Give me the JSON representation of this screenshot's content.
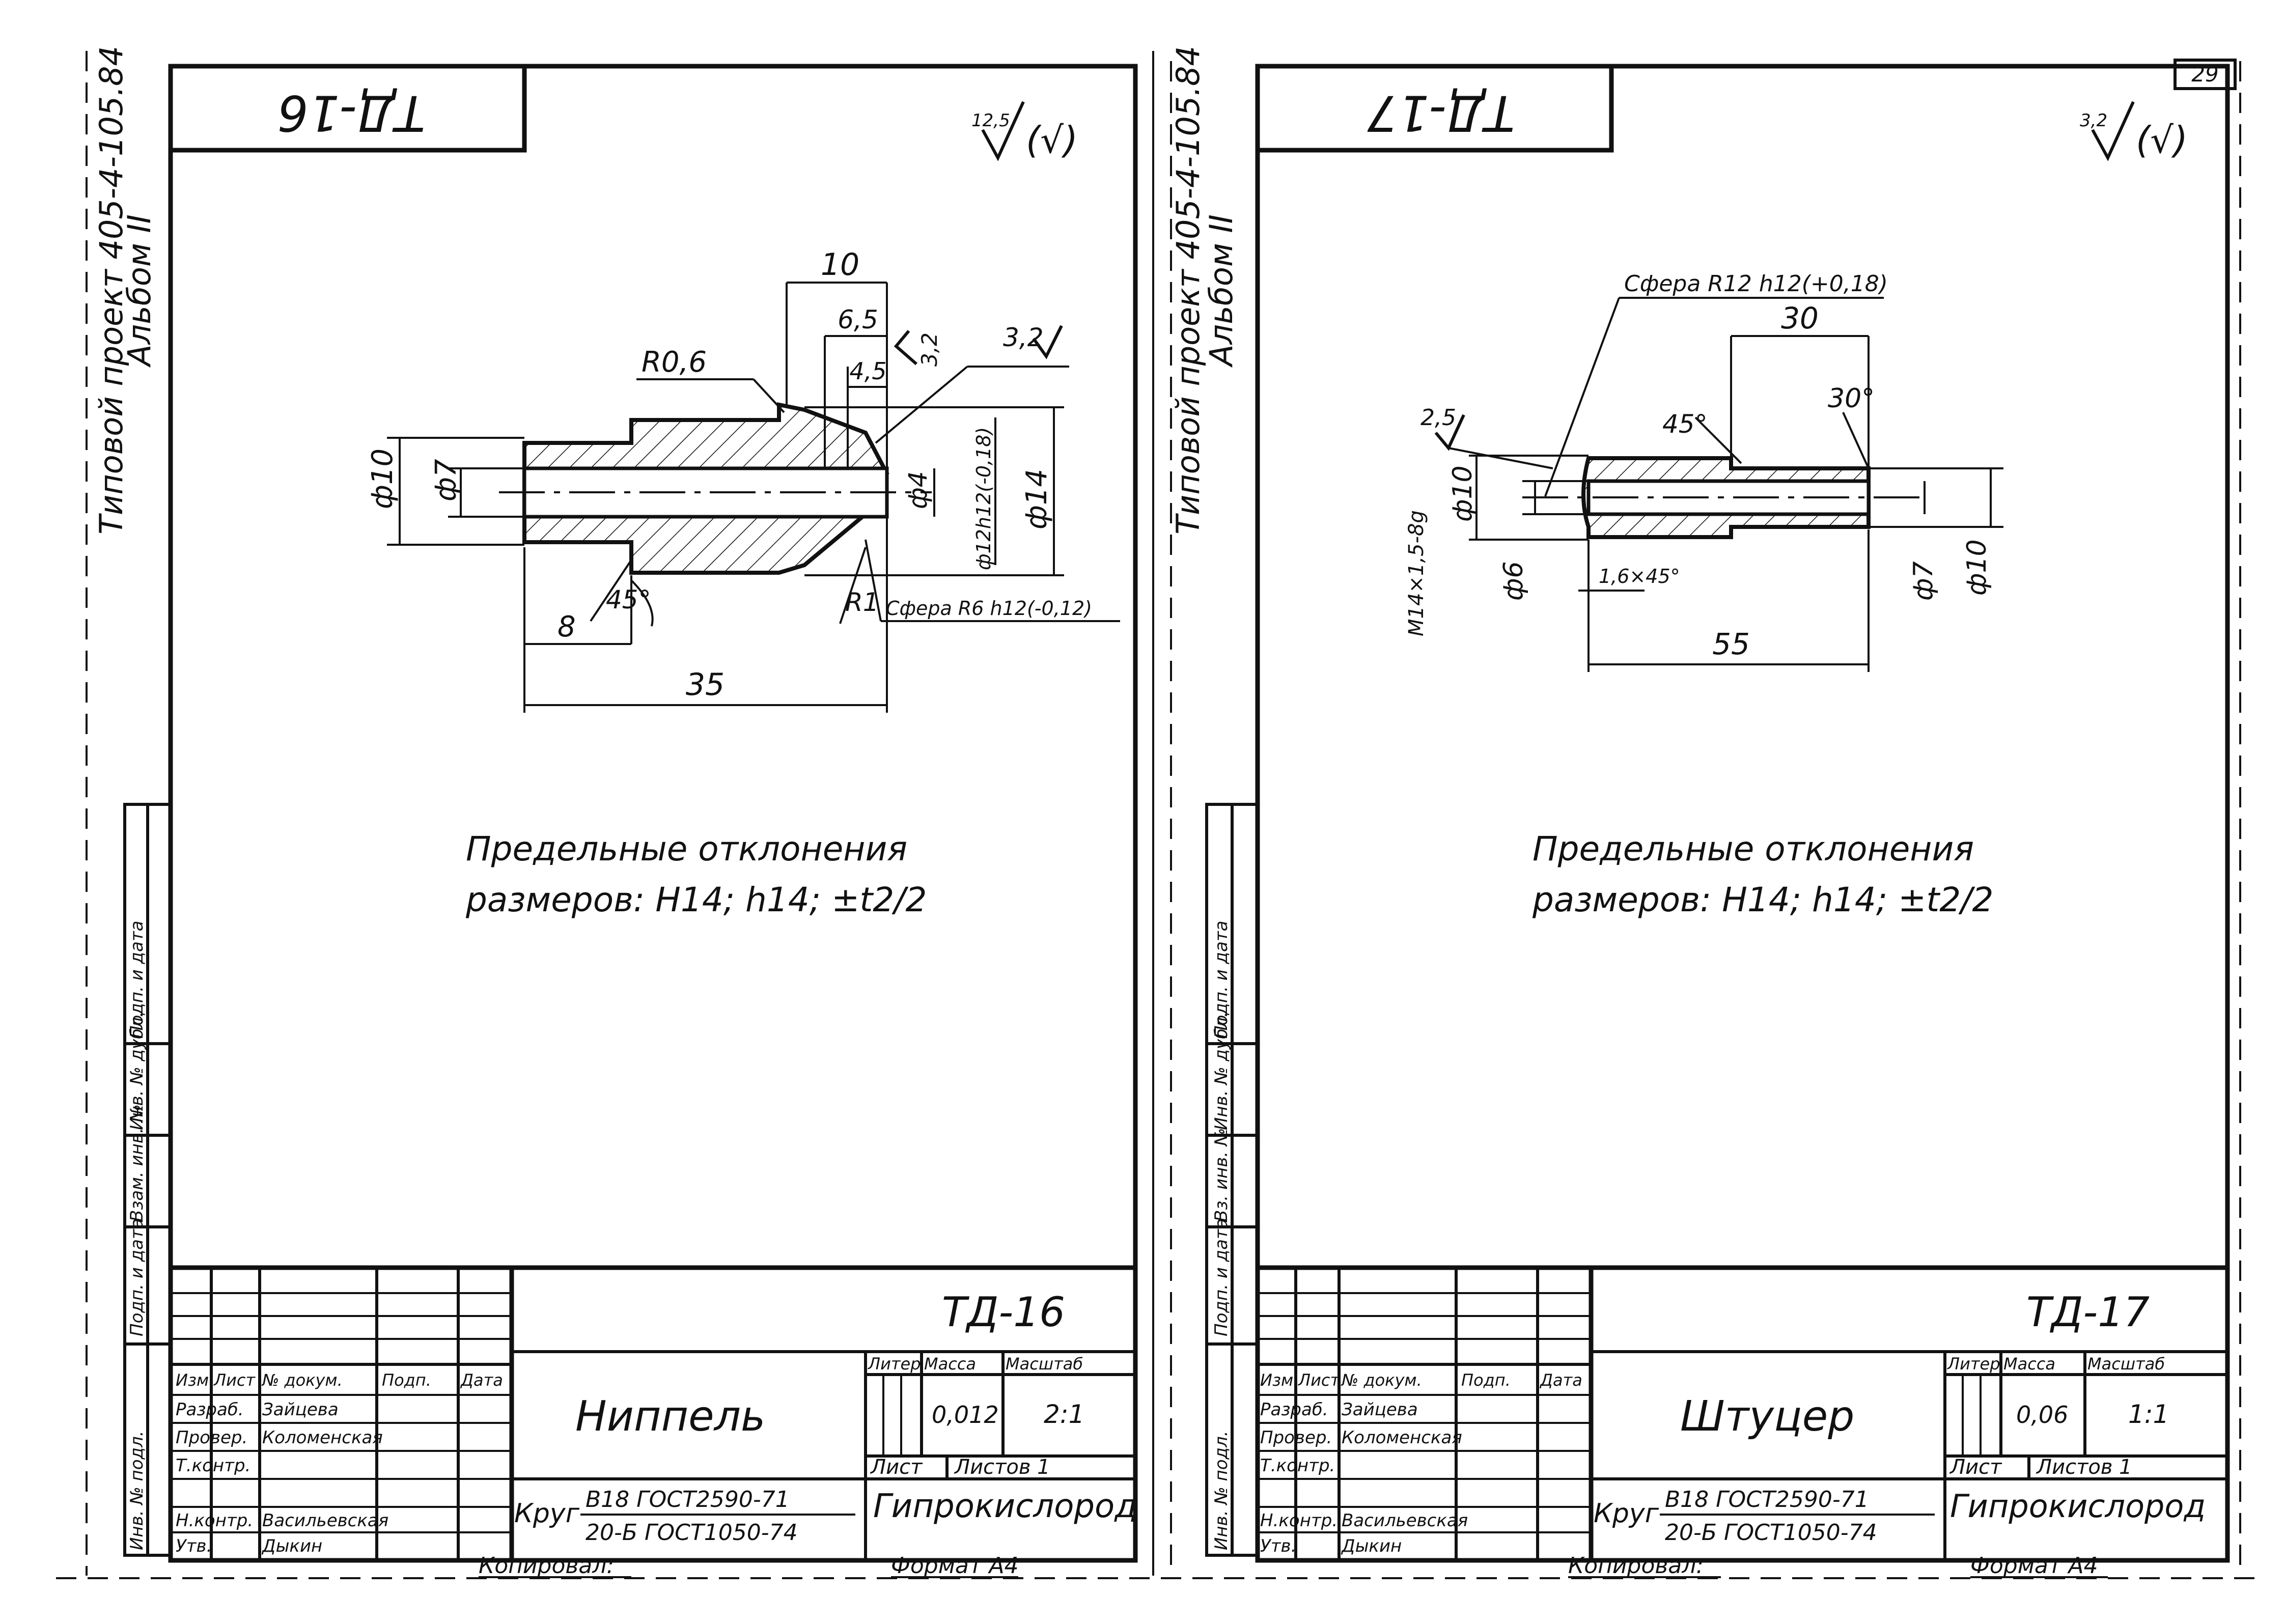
{
  "page_number": "29",
  "bottom_strip": {
    "copied_label": "Копировал:",
    "format_label": "Формат А4"
  },
  "left": {
    "side_title_1": "Типовой проект 405-4-105.84",
    "side_title_2": "Альбом II",
    "top_stamp": "ТД-16",
    "roughness": {
      "value": "12,5",
      "sym": "(√)"
    },
    "dims": {
      "d10": "ф10",
      "d7": "ф7",
      "d4": "ф4",
      "d12h12": "ф12h12(-0,18)",
      "d14": "ф14",
      "l10": "10",
      "l65": "6,5",
      "l45": "4,5",
      "l8": "8",
      "l35": "35",
      "r06": "R0,6",
      "r1": "R1",
      "rough32a": "3,2",
      "rough32b": "3,2",
      "ang45": "45°",
      "sphere": "Сфера R6 h12(-0,12)"
    },
    "limits_1": "Предельные отклонения",
    "limits_2": "размеров: H14; h14; ±t2/2",
    "side_cols": [
      "Инв. № подл.",
      "Подп. и дата",
      "Взам. инв. №",
      "Инв. № дубл.",
      "Подп. и дата"
    ],
    "title_block": {
      "code": "ТД-16",
      "name": "Ниппель",
      "hdr": [
        "Изм",
        "Лист",
        "№ докум.",
        "Подп.",
        "Дата"
      ],
      "roles": [
        "Разраб.",
        "Провер.",
        "Т.контр.",
        "",
        "Н.контр.",
        "Утв."
      ],
      "people": [
        "Зайцева",
        "Коломенская",
        "",
        "",
        "Васильевская",
        "Дыкин"
      ],
      "lit_label": "Литер",
      "mass_label": "Масса",
      "scale_label": "Масштаб",
      "mass": "0,012",
      "scale": "2:1",
      "sheet_label": "Лист",
      "sheets_label": "Листов 1",
      "material_prefix": "Круг",
      "material_1": "В18 ГОСТ2590-71",
      "material_2": "20-Б ГОСТ1050-74",
      "org": "Гипрокислород"
    }
  },
  "right": {
    "side_title_1": "Типовой проект 405-4-105.84",
    "side_title_2": "Альбом II",
    "top_stamp": "ТД-17",
    "roughness": {
      "value": "3,2",
      "sym": "(√)"
    },
    "dims": {
      "sphere": "Сфера R12 h12(+0,18)",
      "l30": "30",
      "ang30": "30°",
      "ang45": "45°",
      "rough25": "2,5",
      "d10a": "ф10",
      "thread": "М14×1,5-8g",
      "d6": "ф6",
      "chamfer": "1,6×45°",
      "l55": "55",
      "d7": "ф7",
      "d10b": "ф10"
    },
    "limits_1": "Предельные отклонения",
    "limits_2": "размеров: H14; h14; ±t2/2",
    "side_cols": [
      "Инв. № подл.",
      "Подп. и дата",
      "Вз. инв. №",
      "Инв. № дубл.",
      "Подп. и дата"
    ],
    "title_block": {
      "code": "ТД-17",
      "name": "Штуцер",
      "hdr": [
        "Изм",
        "Лист",
        "№ докум.",
        "Подп.",
        "Дата"
      ],
      "roles": [
        "Разраб.",
        "Провер.",
        "Т.контр.",
        "",
        "Н.контр.",
        "Утв."
      ],
      "people": [
        "Зайцева",
        "Коломенская",
        "",
        "",
        "Васильевская",
        "Дыкин"
      ],
      "lit_label": "Литер",
      "mass_label": "Масса",
      "scale_label": "Масштаб",
      "mass": "0,06",
      "scale": "1:1",
      "sheet_label": "Лист",
      "sheets_label": "Листов 1",
      "material_prefix": "Круг",
      "material_1": "В18 ГОСТ2590-71",
      "material_2": "20-Б ГОСТ1050-74",
      "org": "Гипрокислород"
    }
  }
}
